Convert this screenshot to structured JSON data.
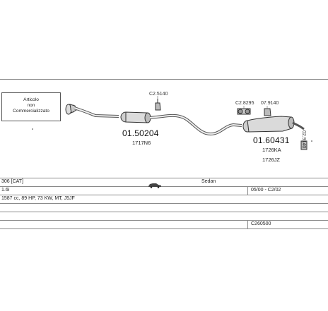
{
  "diagram": {
    "note": [
      "Articolo",
      "non",
      "Commercializzato"
    ],
    "parts": {
      "front_pipe_code": "01.50204",
      "front_pipe_ref": "1717N6",
      "clamp_1": "C2.5140",
      "clamp_2": "C2.8295",
      "clamp_3": "07.9140",
      "clamp_4": "02.9140",
      "rear_box_code": "01.60431",
      "rear_box_ref1": "1726KA",
      "rear_box_ref2": "1726JZ"
    }
  },
  "table": {
    "row1": {
      "model": "306 [CAT]",
      "body": "Sedan"
    },
    "row2": {
      "engine": "1.6i",
      "years": "05/00 - C2/02"
    },
    "row3": {
      "spec": "1587 cc, 89 HP, 73 KW, MT, J5JF"
    },
    "row5": {
      "code": "C260500"
    }
  },
  "icons": {
    "car": "car-icon"
  }
}
